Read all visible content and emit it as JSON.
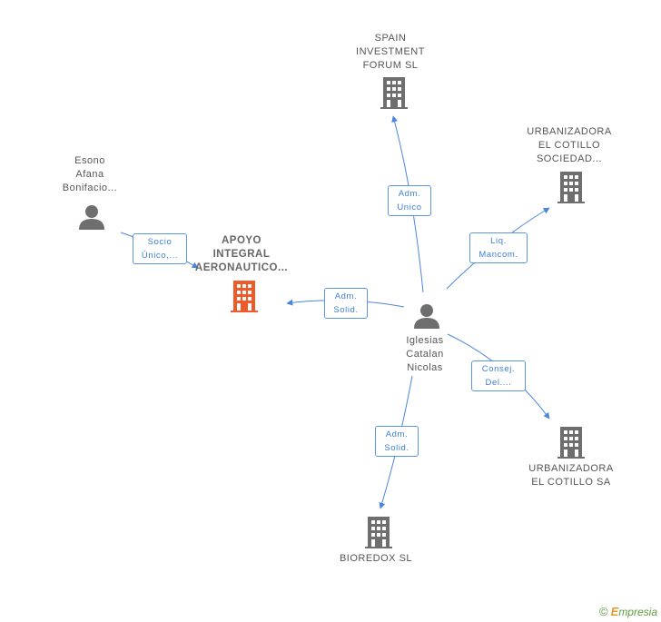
{
  "nodes": {
    "spain": {
      "lines": [
        "SPAIN",
        "INVESTMENT",
        "FORUM SL"
      ],
      "type": "company"
    },
    "urb_sociedad": {
      "lines": [
        "URBANIZADORA",
        "EL COTILLO",
        "SOCIEDAD..."
      ],
      "type": "company"
    },
    "esono": {
      "lines": [
        "Esono",
        "Afana",
        "Bonifacio..."
      ],
      "type": "person"
    },
    "apoyo": {
      "lines": [
        "APOYO",
        "INTEGRAL",
        "AERONAUTICO..."
      ],
      "type": "company",
      "focus": true
    },
    "iglesias": {
      "lines": [
        "Iglesias",
        "Catalan",
        "Nicolas"
      ],
      "type": "person"
    },
    "urb_sa": {
      "lines": [
        "URBANIZADORA",
        "EL COTILLO SA"
      ],
      "type": "company"
    },
    "bioredox": {
      "lines": [
        "BIOREDOX SL"
      ],
      "type": "company"
    }
  },
  "edges": {
    "esono_apoyo": {
      "lines": [
        "Socio",
        "Único,..."
      ]
    },
    "iglesias_apoyo": {
      "lines": [
        "Adm.",
        "Solid."
      ]
    },
    "iglesias_spain": {
      "lines": [
        "Adm.",
        "Unico"
      ]
    },
    "iglesias_urb_sociedad": {
      "lines": [
        "Liq.",
        "Mancom."
      ]
    },
    "iglesias_urb_sa": {
      "lines": [
        "Consej.",
        "Del...."
      ]
    },
    "iglesias_bioredox": {
      "lines": [
        "Adm.",
        "Solid."
      ]
    }
  },
  "colors": {
    "company": "#6e6e6e",
    "focus_company": "#f05a28",
    "person": "#6e6e6e",
    "edge": "#4a86dc"
  },
  "watermark": {
    "symbol": "©",
    "brand_initial": "E",
    "brand_rest": "mpresia"
  }
}
